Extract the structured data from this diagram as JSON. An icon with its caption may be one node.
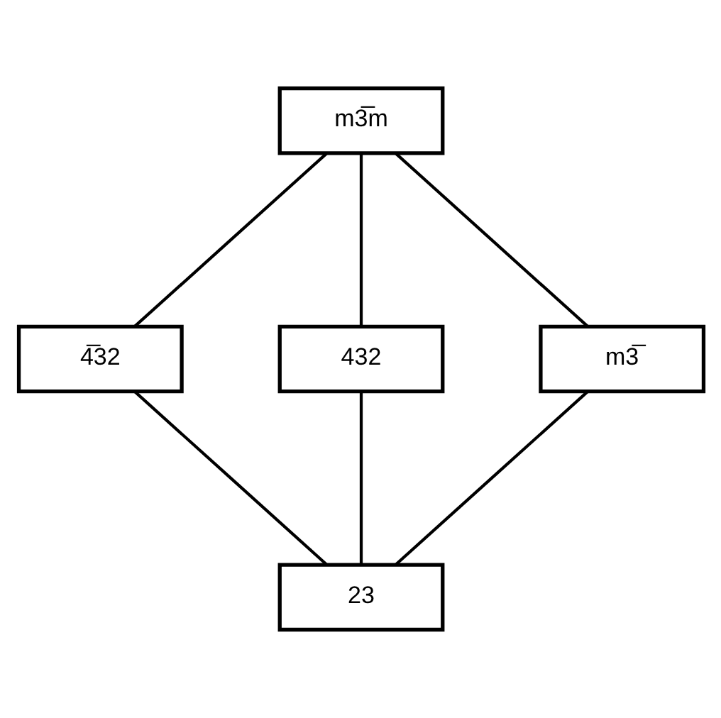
{
  "diagram": {
    "nodes": [
      {
        "text": [
          "m3̅m"
        ]
      },
      {
        "text": [
          "4̅32"
        ]
      },
      {
        "text": [
          "432"
        ]
      },
      {
        "text": [
          "m3̅"
        ]
      },
      {
        "text": [
          "23"
        ]
      }
    ],
    "edges": [
      {
        "from": 0,
        "to": 1,
        "arrow": "none"
      },
      {
        "from": 0,
        "to": 2,
        "arrow": "none"
      },
      {
        "from": 0,
        "to": 3,
        "arrow": "none"
      },
      {
        "from": 1,
        "to": 4,
        "arrow": "none"
      },
      {
        "from": 2,
        "to": 4,
        "arrow": "none"
      },
      {
        "from": 3,
        "to": 4,
        "arrow": "none"
      }
    ]
  }
}
